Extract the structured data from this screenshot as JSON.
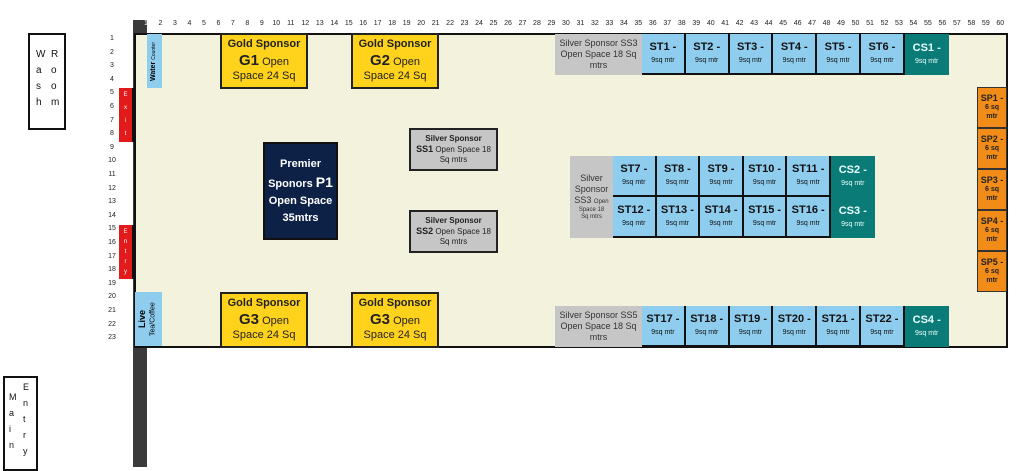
{
  "wash_room": {
    "col1": [
      "W",
      "a",
      "s",
      "h"
    ],
    "col2": [
      "R",
      "o",
      "o",
      "m"
    ]
  },
  "main_entry": {
    "col1": [
      "M",
      "a",
      "i",
      "n"
    ],
    "col2": [
      "E",
      "n",
      "t",
      "r",
      "y"
    ]
  },
  "column_count": 60,
  "row_count": 23,
  "water_counter": {
    "bold": "Water",
    "rest": "Counter"
  },
  "exit_label": [
    "E",
    "x",
    "i",
    "t"
  ],
  "entry_label": [
    "E",
    "n",
    "t",
    "r",
    "y"
  ],
  "live_counter": {
    "bold": "Live",
    "rest": "Tea/Coffee"
  },
  "gold": [
    {
      "title": "Gold Sponsor",
      "id": "G1",
      "text1": "Open",
      "text2": "Space 24 Sq"
    },
    {
      "title": "Gold Sponsor",
      "id": "G2",
      "text1": "Open",
      "text2": "Space 24 Sq"
    },
    {
      "title": "Gold Sponsor",
      "id": "G3",
      "text1": "Open",
      "text2": "Space 24 Sq"
    },
    {
      "title": "Gold Sponsor",
      "id": "G3",
      "text1": "Open",
      "text2": "Space 24 Sq"
    }
  ],
  "premier": {
    "line1": "Premier",
    "line2": "Sponors",
    "id": "P1",
    "line3": "Open Space",
    "line4": "35mtrs"
  },
  "silver_small": [
    {
      "title": "Silver Sponsor",
      "id": "SS1",
      "text": "Open Space 18",
      "text2": "Sq mtrs"
    },
    {
      "title": "Silver Sponsor",
      "id": "SS2",
      "text": "Open Space 18",
      "text2": "Sq mtrs"
    }
  ],
  "silver_top": {
    "line1": "Silver Sponsor SS3",
    "line2": "Open Space 18 Sq",
    "line3": "mtrs"
  },
  "silver_mid": {
    "line1": "Silver",
    "line2": "Sponsor",
    "id": "SS3",
    "line3": "Open",
    "line4": "Space 18",
    "line5": "Sq mtrs"
  },
  "silver_bottom": {
    "line1": "Silver Sponsor SS5",
    "line2": "Open Space 18 Sq",
    "line3": "mtrs"
  },
  "booth_size": "9sq mtr",
  "top_row": [
    "ST1 -",
    "ST2 -",
    "ST3 -",
    "ST4 -",
    "ST5 -",
    "ST6 -",
    "CS1 -"
  ],
  "mid_row1": [
    "ST7 -",
    "ST8 -",
    "ST9 -",
    "ST10 -",
    "ST11 -",
    "CS2 -"
  ],
  "mid_row2": [
    "ST12 -",
    "ST13 -",
    "ST14 -",
    "ST15 -",
    "ST16 -",
    "CS3 -"
  ],
  "bottom_row": [
    "ST17 -",
    "ST18 -",
    "ST19 -",
    "ST20 -",
    "ST21 -",
    "ST22 -",
    "CS4 -"
  ],
  "sp": {
    "size1": "6 sq",
    "size2": "mtr",
    "items": [
      "SP1 -",
      "SP2 -",
      "SP3 -",
      "SP4 -",
      "SP5 -"
    ]
  },
  "colors": {
    "gold": "#ffd21c",
    "stall": "#8fcdee",
    "corner": "#0a7b76",
    "sp": "#f28c18",
    "exit": "#e21a1a",
    "premier": "#0d2146",
    "silver": "#c6c6c6",
    "floor": "#f3f2dc"
  }
}
